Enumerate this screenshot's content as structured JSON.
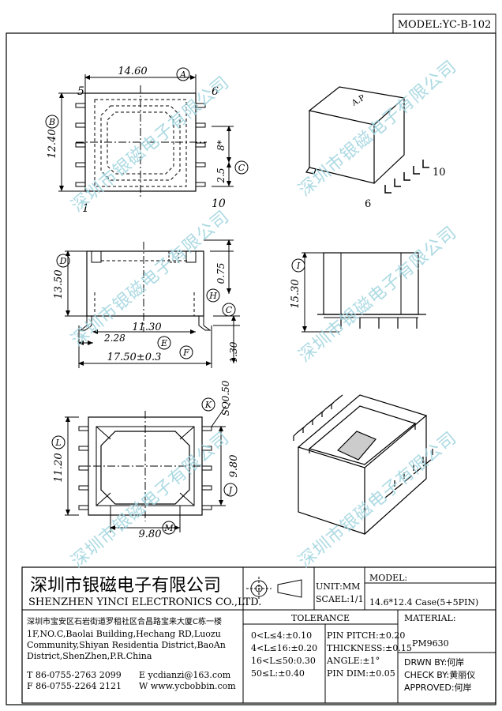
{
  "model_header": "MODEL:YC-B-102",
  "watermark": "深圳市银磁电子有限公司",
  "dims": {
    "top_w": "14.60",
    "top_h": "12.40",
    "top_s": "8*",
    "top_s2": "2.5",
    "front_h": "13.50",
    "front_075": "0.75",
    "front_inner": "11.30",
    "front_228": "2.28",
    "front_total": "17.50±0.3",
    "front_130": "1.30",
    "side_h": "15.30",
    "bot_sq": "SQ0.50",
    "bot_h": "11.20",
    "bot_inner": "9.80",
    "bot_w": "9.80"
  },
  "letters": {
    "A": "A",
    "B": "B",
    "C": "C",
    "D": "D",
    "E": "E",
    "F": "F",
    "H": "H",
    "I": "I",
    "J": "J",
    "K": "K",
    "L": "L",
    "M": "M"
  },
  "pins": {
    "p1": "1",
    "p5": "5",
    "p6": "6",
    "p10": "10",
    "iso6": "6",
    "iso10": "10"
  },
  "iso_mark": "A.P",
  "company": {
    "name_cn": "深圳市银磁电子有限公司",
    "name_en": "SHENZHEN YINCI ELECTRONICS CO.,LTD.",
    "addr_cn": "深圳市宝安区石岩街道罗租社区合昌路宝来大厦C栋一楼",
    "addr_en1": "1F,NO.C,Baolai Building,Hechang RD,Luozu",
    "addr_en2": "Community,Shiyan Residentia District,BaoAn",
    "addr_en3": "District,ShenZhen,P.R.China",
    "tel": "T 86-0755-2763 2099",
    "fax": "F 86-0755-2264 2121",
    "email": "E ycdianzi@163.com",
    "web": "W www.ycbobbin.com"
  },
  "unit": "UNIT:MM",
  "scale": "SCAEL:1/1",
  "model_label": "MODEL:",
  "model_value": "14.6*12.4 Case(5+5PIN)",
  "tolerance": {
    "title": "TOLERANCE",
    "rows": [
      "0<L≤4:±0.10",
      "4<L≤16:±0.20",
      "16<L≤50:0.30",
      "50≤L:±0.40"
    ],
    "pin": [
      "PIN PITCH:±0.20",
      "THICKNESS:±0.15",
      "ANGLE:±1°",
      "PIN DIM:±0.05"
    ]
  },
  "material_label": "MATERIAL:",
  "material_value": "PM9630",
  "drwn": "DRWN BY:何岸",
  "check": "CHECK BY:黄丽仪",
  "approved": "APPROVED:何岸"
}
